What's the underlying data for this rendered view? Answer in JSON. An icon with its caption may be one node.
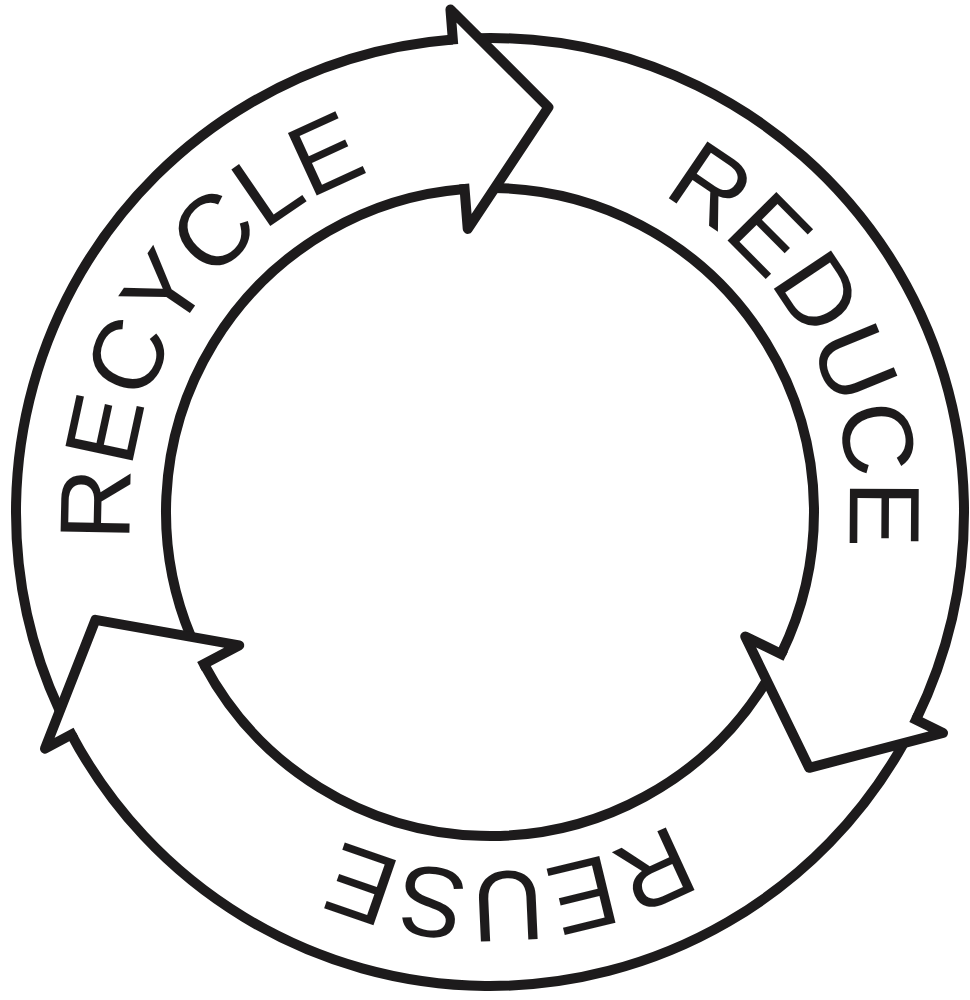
{
  "diagram": {
    "nodes": [
      {
        "text": [
          "RECYCLE"
        ]
      },
      {
        "text": [
          "REDUCE"
        ]
      },
      {
        "text": [
          "REUSE"
        ]
      }
    ],
    "edges": [
      {
        "from": 0,
        "to": 1,
        "arrow": "to"
      },
      {
        "from": 1,
        "to": 2,
        "arrow": "to"
      },
      {
        "from": 2,
        "to": 0,
        "arrow": "to"
      }
    ]
  }
}
